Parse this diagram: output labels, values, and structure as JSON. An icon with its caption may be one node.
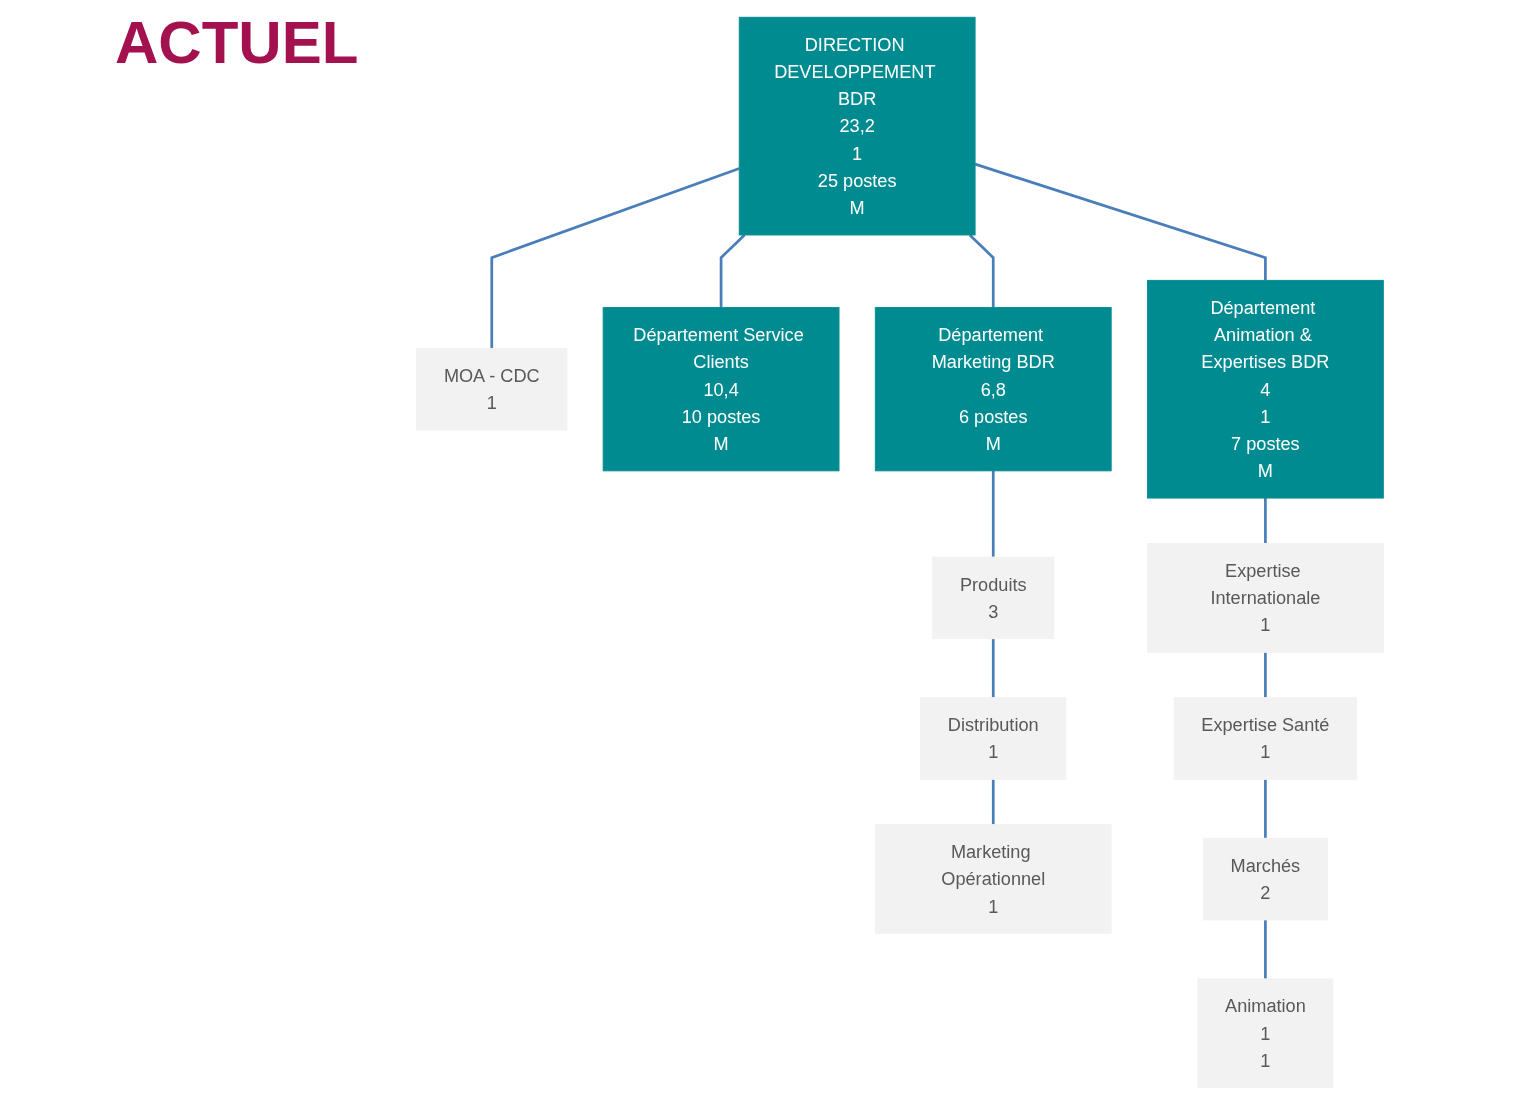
{
  "diagram": {
    "title": "ACTUEL",
    "nodes": [
      {
        "text": [
          "DIRECTION DEVELOPPEMENT BDR",
          "23,2",
          "1",
          "25 postes",
          "M"
        ]
      },
      {
        "text": [
          "MOA - CDC",
          "1"
        ]
      },
      {
        "text": [
          "Département Service Clients",
          "10,4",
          "10 postes",
          "M"
        ]
      },
      {
        "text": [
          "Département Marketing BDR",
          "6,8",
          "6 postes",
          "M"
        ]
      },
      {
        "text": [
          "Département Animation & Expertises BDR",
          "4",
          "1",
          "7 postes",
          "M"
        ]
      },
      {
        "text": [
          "Produits",
          "3"
        ]
      },
      {
        "text": [
          "Distribution",
          "1"
        ]
      },
      {
        "text": [
          "Marketing Opérationnel",
          "1"
        ]
      },
      {
        "text": [
          "Expertise Internationale",
          "1"
        ]
      },
      {
        "text": [
          "Expertise Santé",
          "1"
        ]
      },
      {
        "text": [
          "Marchés",
          "2"
        ]
      },
      {
        "text": [
          "Animation",
          "1",
          "1"
        ]
      }
    ],
    "edges": [
      {
        "from": 0,
        "to": 1,
        "arrow": "none"
      },
      {
        "from": 0,
        "to": 2,
        "arrow": "none"
      },
      {
        "from": 0,
        "to": 3,
        "arrow": "none"
      },
      {
        "from": 0,
        "to": 4,
        "arrow": "none"
      },
      {
        "from": 3,
        "to": 5,
        "arrow": "none"
      },
      {
        "from": 5,
        "to": 6,
        "arrow": "none"
      },
      {
        "from": 6,
        "to": 7,
        "arrow": "none"
      },
      {
        "from": 4,
        "to": 8,
        "arrow": "none"
      },
      {
        "from": 8,
        "to": 9,
        "arrow": "none"
      },
      {
        "from": 9,
        "to": 10,
        "arrow": "none"
      },
      {
        "from": 10,
        "to": 11,
        "arrow": "none"
      }
    ]
  }
}
